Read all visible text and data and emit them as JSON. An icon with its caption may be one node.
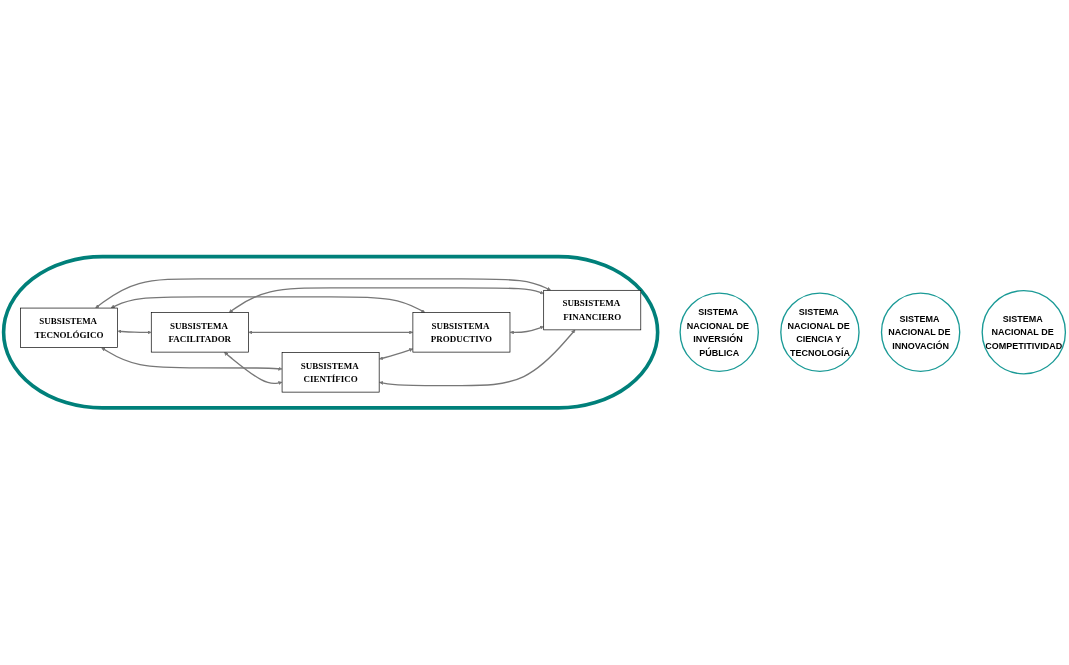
{
  "diagram": {
    "nodes": [
      {
        "text": [
          "SISTEMA NACIONAL DE INVERSIÓN PÚBLICA"
        ]
      },
      {
        "text": [
          "SISTEMA NACIONAL DE CIENCIA Y TECNOLOGÍA"
        ]
      },
      {
        "text": [],
        "shape": "ellipse"
      },
      {
        "text": [
          "SUBSISTEMA FACILITADOR"
        ],
        "in": 2
      },
      {
        "text": [
          "SUBSISTEMA TECNOLÓGICO"
        ],
        "in": 2
      },
      {
        "text": [
          "SUBSISTEMA CIENTÍFICO"
        ],
        "in": 2
      },
      {
        "text": [
          "SUBSISTEMA PRODUCTIVO"
        ],
        "in": 2
      },
      {
        "text": [
          "SUBSISTEMA FINANCIERO"
        ],
        "in": 2
      },
      {
        "text": [
          "SISTEMA NACIONAL DE INNOVACIÓN"
        ]
      },
      {
        "text": [
          "SISTEMA NACIONAL DE COMPETITIVIDAD"
        ]
      }
    ],
    "edges": [
      {
        "from": 4,
        "to": 3,
        "arrow": "both"
      },
      {
        "from": 4,
        "to": 5,
        "arrow": "both"
      },
      {
        "from": 4,
        "to": 6,
        "arrow": "both"
      },
      {
        "from": 4,
        "to": 7,
        "arrow": "both"
      },
      {
        "from": 3,
        "to": 6,
        "arrow": "both"
      },
      {
        "from": 3,
        "to": 7,
        "arrow": "both"
      },
      {
        "from": 3,
        "to": 5,
        "arrow": "both"
      },
      {
        "from": 5,
        "to": 6,
        "arrow": "both"
      },
      {
        "from": 6,
        "to": 7,
        "arrow": "both"
      },
      {
        "from": 5,
        "to": 7,
        "arrow": "both"
      }
    ]
  }
}
